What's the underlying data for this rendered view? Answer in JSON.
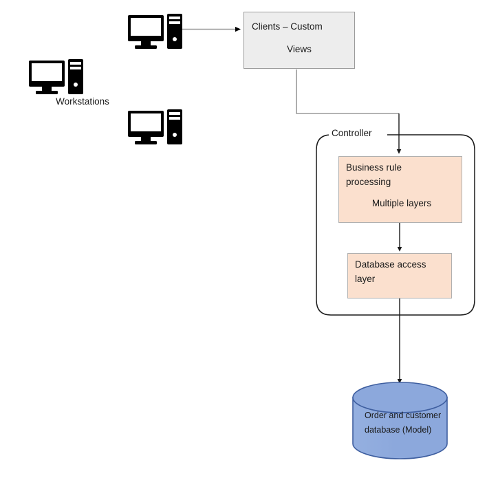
{
  "diagram": {
    "title": "MVC layered architecture diagram",
    "colors": {
      "clients_box_fill": "#ededed",
      "clients_box_border": "#9a9a9a",
      "layer_box_fill": "#fbe0ce",
      "layer_box_border": "#b0b0b0",
      "cylinder_fill": "#8ca8dc",
      "cylinder_border": "#3f5fa0",
      "connector_gray": "#9a9a9a",
      "connector_black": "#1a1a1a",
      "icon_color": "#000000",
      "text_color": "#1a1a1a"
    }
  },
  "nodes": {
    "clients": {
      "line1": "Clients – Custom",
      "line2": "Views"
    },
    "controller": {
      "label": "Controller"
    },
    "business_rule": {
      "line1": "Business rule\nprocessing",
      "line2": "Multiple layers"
    },
    "database_access": {
      "text": "Database access\nlayer"
    },
    "database_model": {
      "text": "Order and\ncustomer\ndatabase (Model)"
    },
    "workstations": {
      "label": "Workstations"
    }
  },
  "icons": {
    "workstation_left": "desktop-computer-icon",
    "workstation_top": "desktop-computer-icon",
    "workstation_bottom": "desktop-computer-icon"
  },
  "connectors": [
    {
      "name": "workstation-to-clients",
      "style": "gray-arrow",
      "from": "workstation_top",
      "to": "clients"
    },
    {
      "name": "clients-to-business-rule",
      "style": "gray-elbow-into-black-arrow",
      "from": "clients",
      "to": "business_rule"
    },
    {
      "name": "business-rule-to-database-access",
      "style": "black-arrow",
      "from": "business_rule",
      "to": "database_access"
    },
    {
      "name": "database-access-to-model",
      "style": "black-arrow",
      "from": "database_access",
      "to": "database_model"
    }
  ]
}
